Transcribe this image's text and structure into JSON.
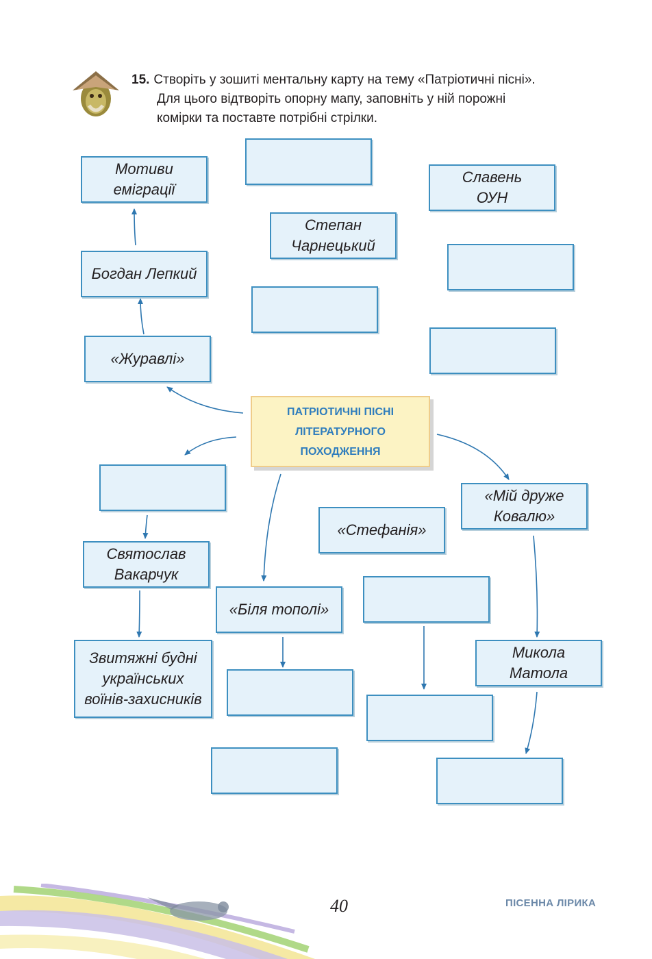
{
  "task": {
    "number": "15.",
    "line1": "Створіть у зошиті ментальну карту на тему «Патріотичні пісні».",
    "line2": "Для цього відтворіть опорну мапу, заповніть у ній порожні",
    "line3": "комірки та поставте потрібні стрілки."
  },
  "map": {
    "center": "ПАТРІОТИЧНІ ПІСНІ\nЛІТЕРАТУРНОГО\nПОХОДЖЕННЯ",
    "motyvy": "Мотиви\nеміграції",
    "slaven": "Славень\nОУН",
    "stepan": "Степан\nЧарнецький",
    "lepkyi": "Богдан Лепкий",
    "zhuravli": "«Журавлі»",
    "druzhe": "«Мій друже\nКовалю»",
    "stefaniia": "«Стефанія»",
    "vakarchuk": "Святослав\nВакарчук",
    "topoli": "«Біля тополі»",
    "budni": "Звитяжні будні\nукраїнських\nвоїнів-захисників",
    "matola": "Микола\nМатола"
  },
  "footer": {
    "page_number": "40",
    "section": "ПІСЕННА ЛІРИКА"
  }
}
